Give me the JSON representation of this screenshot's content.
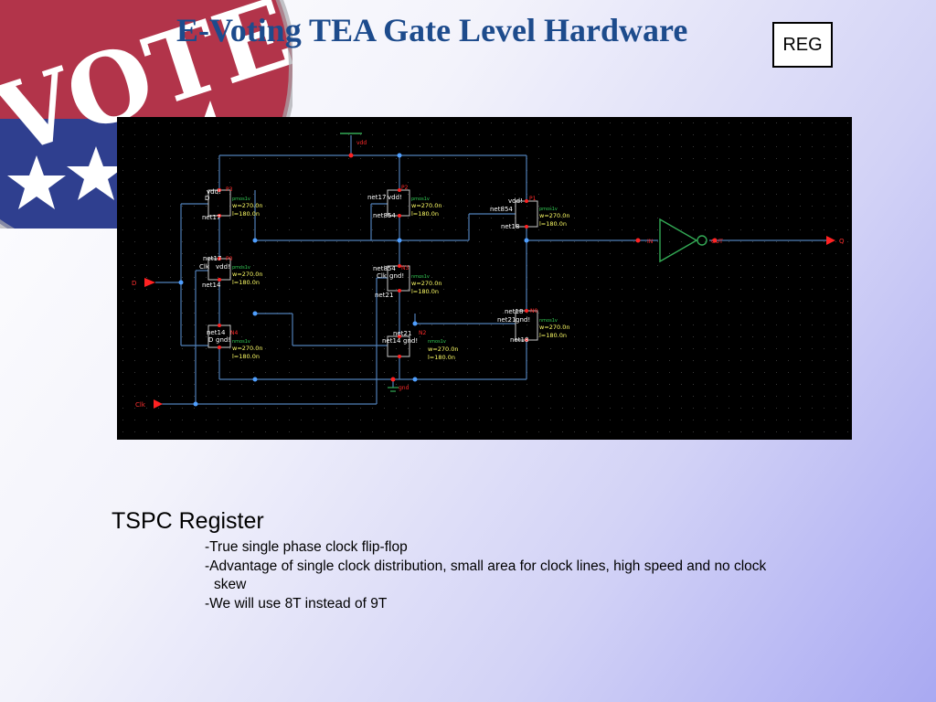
{
  "slide": {
    "title": "E-Voting TEA Gate Level Hardware",
    "tag": "REG",
    "decor_icon": "vote-badge-icon"
  },
  "schematic": {
    "background": "#000000",
    "wire_color": "#4f7fb8",
    "inverter_color": "#33aa55",
    "ports": {
      "d_in": "D",
      "clk_in": "Clk",
      "q_out": "Q"
    },
    "supply": {
      "vdd": "vdd",
      "gnd": "gnd"
    },
    "inverter": {
      "in_label": "IN",
      "out_label": "OUT"
    },
    "transistors": [
      {
        "net": "net17",
        "gate": "D",
        "bulk": "vdd!",
        "drain": "net17",
        "model": "pmos1v",
        "w": "w=270.0n",
        "l": "l=180.0n",
        "ref": "P3"
      },
      {
        "net": "net854",
        "gate": "net17",
        "bulk": "vdd!",
        "drain": "net854",
        "model": "pmos1v",
        "w": "w=270.0n",
        "l": "l=180.0n",
        "ref": "P2"
      },
      {
        "net": "net18",
        "gate": "net854",
        "bulk": "vdd!",
        "drain": "net18",
        "model": "pmos1v",
        "w": "w=270.0n",
        "l": "l=180.0n",
        "ref": "P1"
      },
      {
        "net": "net14",
        "gate": "Clk",
        "bulk": "vdd!",
        "drain": "net17",
        "model": "pmos1v",
        "w": "w=270.0n",
        "l": "l=180.0n",
        "ref": "P0"
      },
      {
        "net": "net21",
        "gate": "Clk",
        "bulk": "gnd!",
        "drain": "net854",
        "model": "nmos1v",
        "w": "w=270.0n",
        "l": "l=180.0n",
        "ref": "N3"
      },
      {
        "net": "net14",
        "gate": "D",
        "bulk": "gnd!",
        "drain": "net14",
        "model": "nmos1v",
        "w": "w=270.0n",
        "l": "l=180.0n",
        "ref": "N4"
      },
      {
        "net": "net21",
        "gate": "net14",
        "bulk": "gnd!",
        "drain": "net21",
        "model": "nmos1v",
        "w": "w=270.0n",
        "l": "l=180.0n",
        "ref": "N2"
      },
      {
        "net": "net18",
        "gate": "net21",
        "bulk": "gnd!",
        "drain": "net18",
        "model": "nmos1v",
        "w": "w=270.0n",
        "l": "l=180.0n",
        "ref": "N0"
      }
    ]
  },
  "body": {
    "heading": "TSPC Register",
    "bullets": [
      "-True single phase clock flip-flop",
      "-Advantage of single clock distribution, small area for clock lines, high speed and no clock",
      "skew",
      "-We will use 8T instead of 9T"
    ]
  }
}
